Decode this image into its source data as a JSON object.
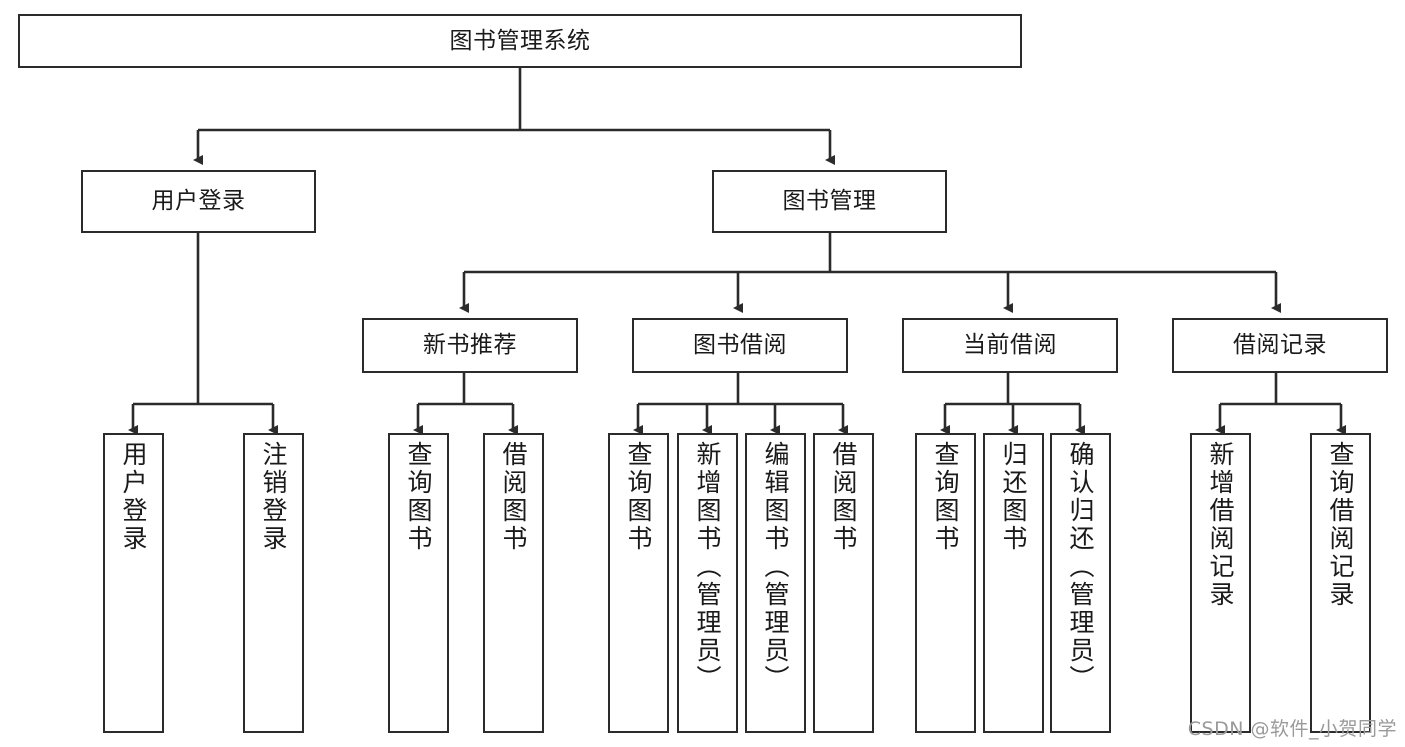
{
  "diagram": {
    "title": "图书管理系统",
    "type": "tree",
    "watermark": "CSDN @软件_小贺同学",
    "edge_color": "#2b2b2b",
    "box_border_color": "#2b2b2b",
    "box_fill_color": "#ffffff",
    "text_color": "#1a1a1a",
    "nodes": {
      "root": {
        "label": "图书管理系统"
      },
      "level2": [
        {
          "id": "user-login",
          "label": "用户登录"
        },
        {
          "id": "book-management",
          "label": "图书管理"
        }
      ],
      "level3": [
        {
          "id": "new-book-recommend",
          "label": "新书推荐"
        },
        {
          "id": "book-borrow",
          "label": "图书借阅"
        },
        {
          "id": "current-borrow",
          "label": "当前借阅"
        },
        {
          "id": "borrow-record",
          "label": "借阅记录"
        }
      ],
      "leaves": {
        "user-login": [
          {
            "id": "user-login-leaf",
            "label": "用户登录"
          },
          {
            "id": "logout-leaf",
            "label": "注销登录"
          }
        ],
        "new-book-recommend": [
          {
            "id": "query-book-1",
            "label": "查询图书"
          },
          {
            "id": "borrow-book-1",
            "label": "借阅图书"
          }
        ],
        "book-borrow": [
          {
            "id": "query-book-2",
            "label": "查询图书"
          },
          {
            "id": "add-book-admin",
            "label": "新增图书（管理员）"
          },
          {
            "id": "edit-book-admin",
            "label": "编辑图书（管理员）"
          },
          {
            "id": "borrow-book-2",
            "label": "借阅图书"
          }
        ],
        "current-borrow": [
          {
            "id": "query-book-3",
            "label": "查询图书"
          },
          {
            "id": "return-book",
            "label": "归还图书"
          },
          {
            "id": "confirm-return-admin",
            "label": "确认归还（管理员）"
          }
        ],
        "borrow-record": [
          {
            "id": "add-borrow-record",
            "label": "新增借阅记录"
          },
          {
            "id": "query-borrow-record",
            "label": "查询借阅记录"
          }
        ]
      }
    }
  }
}
